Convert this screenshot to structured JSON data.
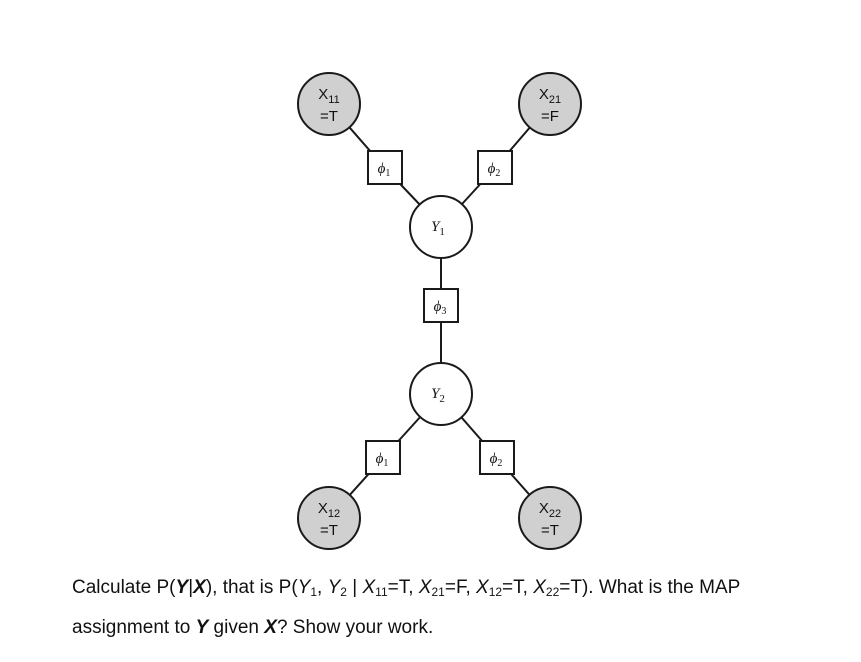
{
  "nodes": {
    "x11": {
      "var": "X",
      "sub": "11",
      "value": "=T",
      "observed": true
    },
    "x21": {
      "var": "X",
      "sub": "21",
      "value": "=F",
      "observed": true
    },
    "x12": {
      "var": "X",
      "sub": "12",
      "value": "=T",
      "observed": true
    },
    "x22": {
      "var": "X",
      "sub": "22",
      "value": "=T",
      "observed": true
    },
    "y1": {
      "var": "Y",
      "sub": "1",
      "observed": false
    },
    "y2": {
      "var": "Y",
      "sub": "2",
      "observed": false
    }
  },
  "factors": {
    "f_top_left": {
      "sym": "ϕ",
      "sub": "1"
    },
    "f_top_right": {
      "sym": "ϕ",
      "sub": "2"
    },
    "f_mid": {
      "sym": "ϕ",
      "sub": "3"
    },
    "f_bot_left": {
      "sym": "ϕ",
      "sub": "1"
    },
    "f_bot_right": {
      "sym": "ϕ",
      "sub": "2"
    }
  },
  "colors": {
    "observed_fill": "#d0d0d0",
    "latent_fill": "#ffffff",
    "stroke": "#1a1a1a"
  },
  "question": {
    "l1_a": "Calculate P(",
    "l1_Y": "Y",
    "l1_bar": "|",
    "l1_X": "X",
    "l1_b": "), that is P(",
    "l1_y1": "Y",
    "l1_y1s": "1",
    "l1_c": ", ",
    "l1_y2": "Y",
    "l1_y2s": "2",
    "l1_d": " | ",
    "l1_x11": "X",
    "l1_x11s": "11",
    "l1_e": "=T, ",
    "l1_x21": "X",
    "l1_x21s": "21",
    "l1_f": "=F, ",
    "l1_x12": "X",
    "l1_x12s": "12",
    "l1_g": "=T, ",
    "l1_x22": "X",
    "l1_x22s": "22",
    "l1_h": "=T).  What is the MAP",
    "l2_a": "assignment to ",
    "l2_Y": "Y",
    "l2_b": " given ",
    "l2_X": "X",
    "l2_c": "? Show your work."
  }
}
